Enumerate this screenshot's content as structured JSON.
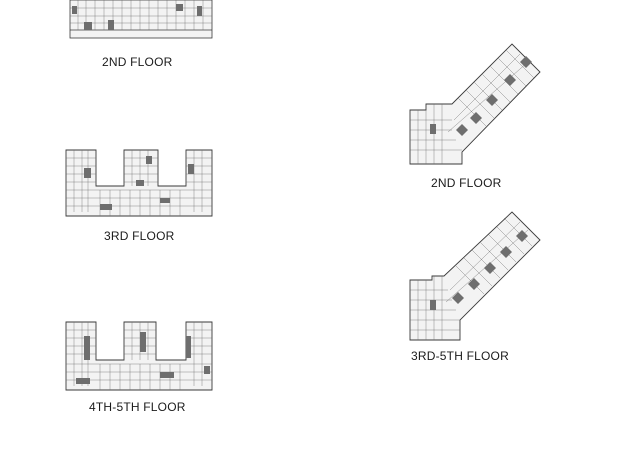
{
  "left_column": {
    "plans": [
      {
        "label": "2ND FLOOR"
      },
      {
        "label": "3RD FLOOR"
      },
      {
        "label": "4TH-5TH FLOOR"
      }
    ]
  },
  "right_column": {
    "plans": [
      {
        "label": "2ND FLOOR"
      },
      {
        "label": "3RD-5TH FLOOR"
      }
    ]
  },
  "colors": {
    "line": "#3a3a3a",
    "unit_fill": "#f3f3f3",
    "dark_fill": "#6e6e6e",
    "label": "#1a1a1a"
  }
}
